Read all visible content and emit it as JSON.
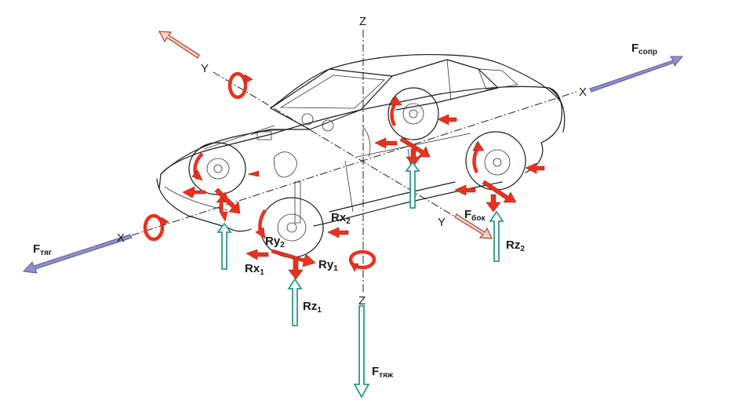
{
  "diagram": {
    "axes": {
      "z_top": "Z",
      "z_bottom": "Z",
      "y_left": "Y",
      "y_right": "Y",
      "x_left": "X",
      "x_right": "X"
    },
    "forces": {
      "f_sopr": {
        "main": "F",
        "sub": "сопр"
      },
      "f_tyag": {
        "main": "F",
        "sub": "тяг"
      },
      "f_bok": {
        "main": "F",
        "sub": "бок"
      },
      "f_tyazh": {
        "main": "F",
        "sub": "тяж"
      }
    },
    "reactions": {
      "rx2": {
        "main": "Rx",
        "sub": "2"
      },
      "ry2": {
        "main": "Ry",
        "sub": "2"
      },
      "rx1": {
        "main": "Rx",
        "sub": "1"
      },
      "ry1": {
        "main": "Ry",
        "sub": "1"
      },
      "rz1": {
        "main": "Rz",
        "sub": "1"
      },
      "rz2": {
        "main": "Rz",
        "sub": "2"
      }
    },
    "colors": {
      "reaction_arrow": "#e8321f",
      "normal_force": "#2e9b86",
      "external_force": "#8d8fc7"
    }
  }
}
